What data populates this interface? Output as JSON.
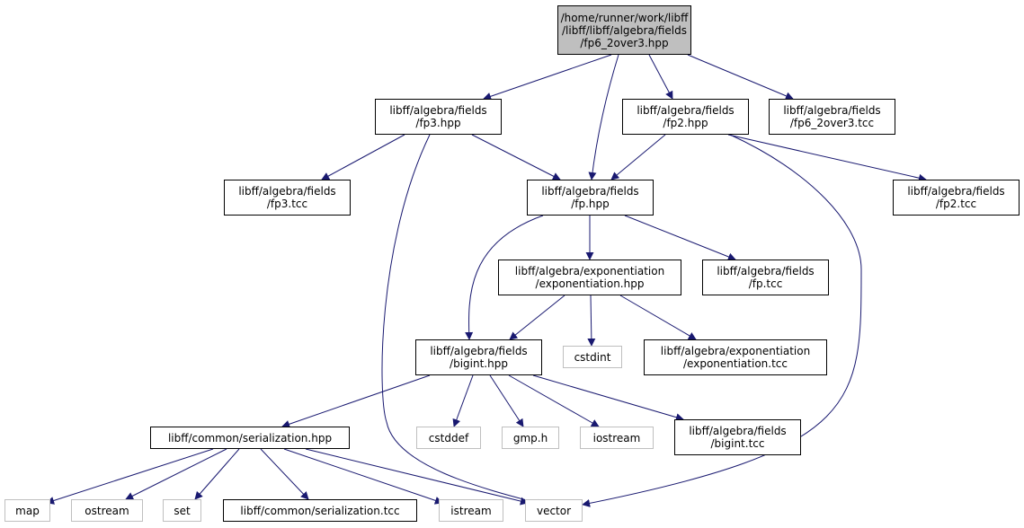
{
  "graph": {
    "edge_color": "#191970",
    "root_fill": "#bfbfbf",
    "external_border": "#bfbfbf",
    "nodes": {
      "root": {
        "lines": [
          "/home/runner/work/libff",
          "/libff/libff/algebra/fields",
          "/fp6_2over3.hpp"
        ]
      },
      "fp3_hpp": {
        "lines": [
          "libff/algebra/fields",
          "/fp3.hpp"
        ]
      },
      "fp2_hpp": {
        "lines": [
          "libff/algebra/fields",
          "/fp2.hpp"
        ]
      },
      "fp6_tcc": {
        "lines": [
          "libff/algebra/fields",
          "/fp6_2over3.tcc"
        ]
      },
      "fp3_tcc": {
        "lines": [
          "libff/algebra/fields",
          "/fp3.tcc"
        ]
      },
      "fp_hpp": {
        "lines": [
          "libff/algebra/fields",
          "/fp.hpp"
        ]
      },
      "fp2_tcc": {
        "lines": [
          "libff/algebra/fields",
          "/fp2.tcc"
        ]
      },
      "exp_hpp": {
        "lines": [
          "libff/algebra/exponentiation",
          "/exponentiation.hpp"
        ]
      },
      "fp_tcc": {
        "lines": [
          "libff/algebra/fields",
          "/fp.tcc"
        ]
      },
      "bigint_hpp": {
        "lines": [
          "libff/algebra/fields",
          "/bigint.hpp"
        ]
      },
      "cstdint": {
        "lines": [
          "cstdint"
        ]
      },
      "exp_tcc": {
        "lines": [
          "libff/algebra/exponentiation",
          "/exponentiation.tcc"
        ]
      },
      "serial_hpp": {
        "lines": [
          "libff/common/serialization.hpp"
        ]
      },
      "cstddef": {
        "lines": [
          "cstddef"
        ]
      },
      "gmp_h": {
        "lines": [
          "gmp.h"
        ]
      },
      "iostream": {
        "lines": [
          "iostream"
        ]
      },
      "bigint_tcc": {
        "lines": [
          "libff/algebra/fields",
          "/bigint.tcc"
        ]
      },
      "map": {
        "lines": [
          "map"
        ]
      },
      "ostream": {
        "lines": [
          "ostream"
        ]
      },
      "set": {
        "lines": [
          "set"
        ]
      },
      "serial_tcc": {
        "lines": [
          "libff/common/serialization.tcc"
        ]
      },
      "istream": {
        "lines": [
          "istream"
        ]
      },
      "vector": {
        "lines": [
          "vector"
        ]
      }
    }
  }
}
